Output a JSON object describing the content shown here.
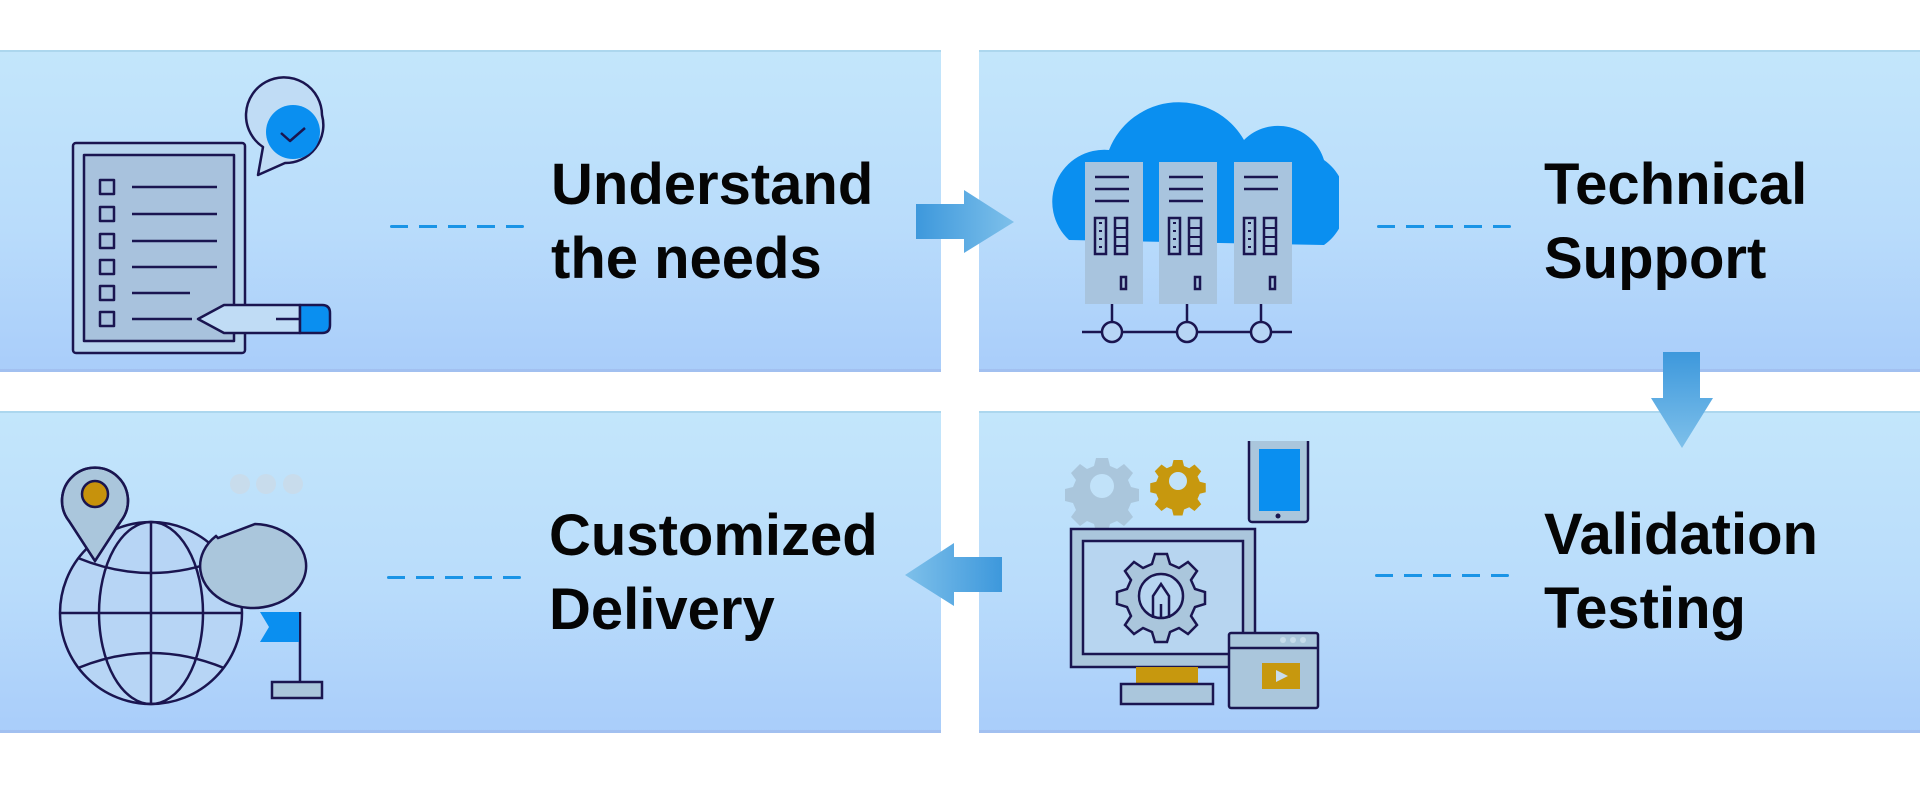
{
  "diagram": {
    "type": "process-flow",
    "flow_order": [
      "understand",
      "technical",
      "validation",
      "delivery"
    ],
    "steps": [
      {
        "id": "understand",
        "line1": "Understand",
        "line2": "the needs",
        "icon": "checklist-with-pencil-icon"
      },
      {
        "id": "technical",
        "line1": "Technical",
        "line2": "Support",
        "icon": "cloud-servers-icon"
      },
      {
        "id": "validation",
        "line1": "Validation",
        "line2": "Testing",
        "icon": "monitor-gear-devices-icon"
      },
      {
        "id": "delivery",
        "line1": "Customized",
        "line2": "Delivery",
        "icon": "globe-location-icon"
      }
    ],
    "arrows": [
      {
        "from": "understand",
        "to": "technical",
        "direction": "right"
      },
      {
        "from": "technical",
        "to": "validation",
        "direction": "down"
      },
      {
        "from": "validation",
        "to": "delivery",
        "direction": "left"
      }
    ]
  },
  "colors": {
    "panel_top": "#c3e6fb",
    "panel_bottom": "#a9cdfa",
    "outline": "#1a1550",
    "accent_blue": "#0a8ff0",
    "icon_fill": "#a8c4de",
    "gold": "#c9920c",
    "arrow": "#4ea6e0",
    "dash": "#1a94e6",
    "text": "#050505"
  }
}
